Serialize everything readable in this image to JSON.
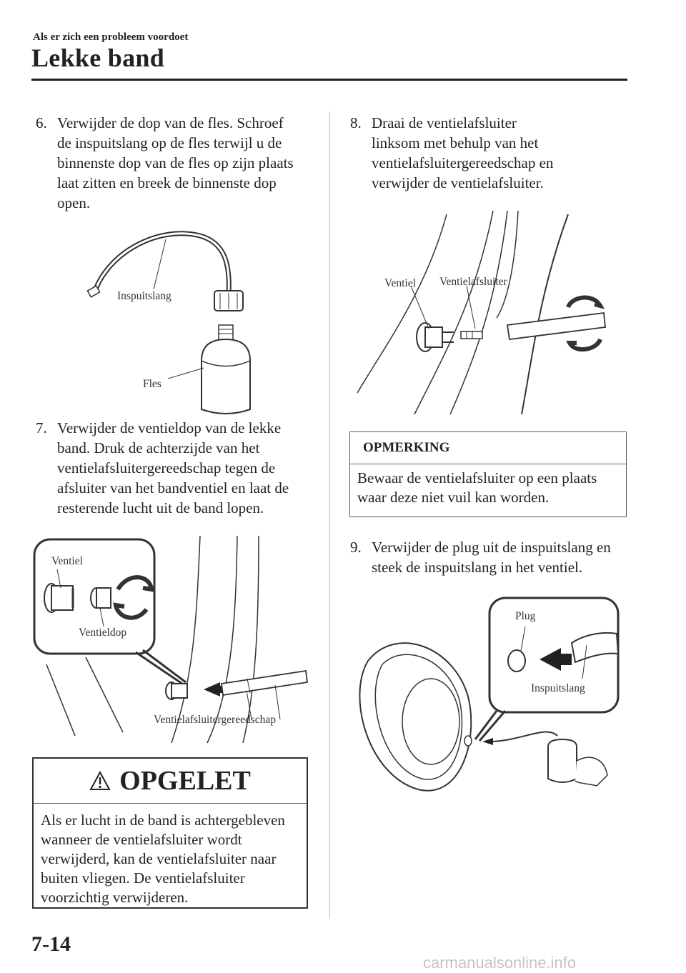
{
  "header": {
    "section": "Als er zich een probleem voordoet",
    "title": "Lekke band"
  },
  "steps": [
    {
      "num": "6.",
      "text": "Verwijder de dop van de fles. Schroef\nde inspuitslang op de fles terwijl u de\nbinnenste dop van de fles op zijn plaats\nlaat zitten en breek de binnenste dop\nopen."
    },
    {
      "num": "7.",
      "text": "Verwijder de ventieldop van de lekke\nband. Druk de achterzijde van het\nventielafsluitergereedschap tegen de\nafsluiter van het bandventiel en laat de\nresterende lucht uit de band lopen."
    },
    {
      "num": "8.",
      "text": "Draai de ventielafsluiter\nlinksom met behulp van het\nventielafsluitergereedschap en\nverwijder de ventielafsluiter."
    },
    {
      "num": "9.",
      "text": "Verwijder de plug uit de inspuitslang en\nsteek de inspuitslang in het ventiel."
    }
  ],
  "figure1": {
    "hose_label": "Inspuitslang",
    "bottle_label": "Fles"
  },
  "figure2": {
    "valve_label": "Ventiel",
    "cap_label": "Ventieldop",
    "tool_label": "Ventielafsluitergereedschap"
  },
  "figure3": {
    "valve_label": "Ventiel",
    "core_label": "Ventielafsluiter"
  },
  "figure4": {
    "plug_label": "Plug",
    "hose_label": "Inspuitslang"
  },
  "caution": {
    "title": "OPGELET",
    "body": "Als er lucht in de band is achtergebleven wanneer de ventielafsluiter wordt verwijderd, kan de ventielafsluiter naar buiten vliegen. De ventielafsluiter voorzichtig verwijderen."
  },
  "note": {
    "title": "OPMERKING",
    "body": "Bewaar de ventielafsluiter op een plaats waar deze niet vuil kan worden."
  },
  "footer": {
    "page_number": "7-14",
    "watermark": "carmanualsonline.info"
  }
}
